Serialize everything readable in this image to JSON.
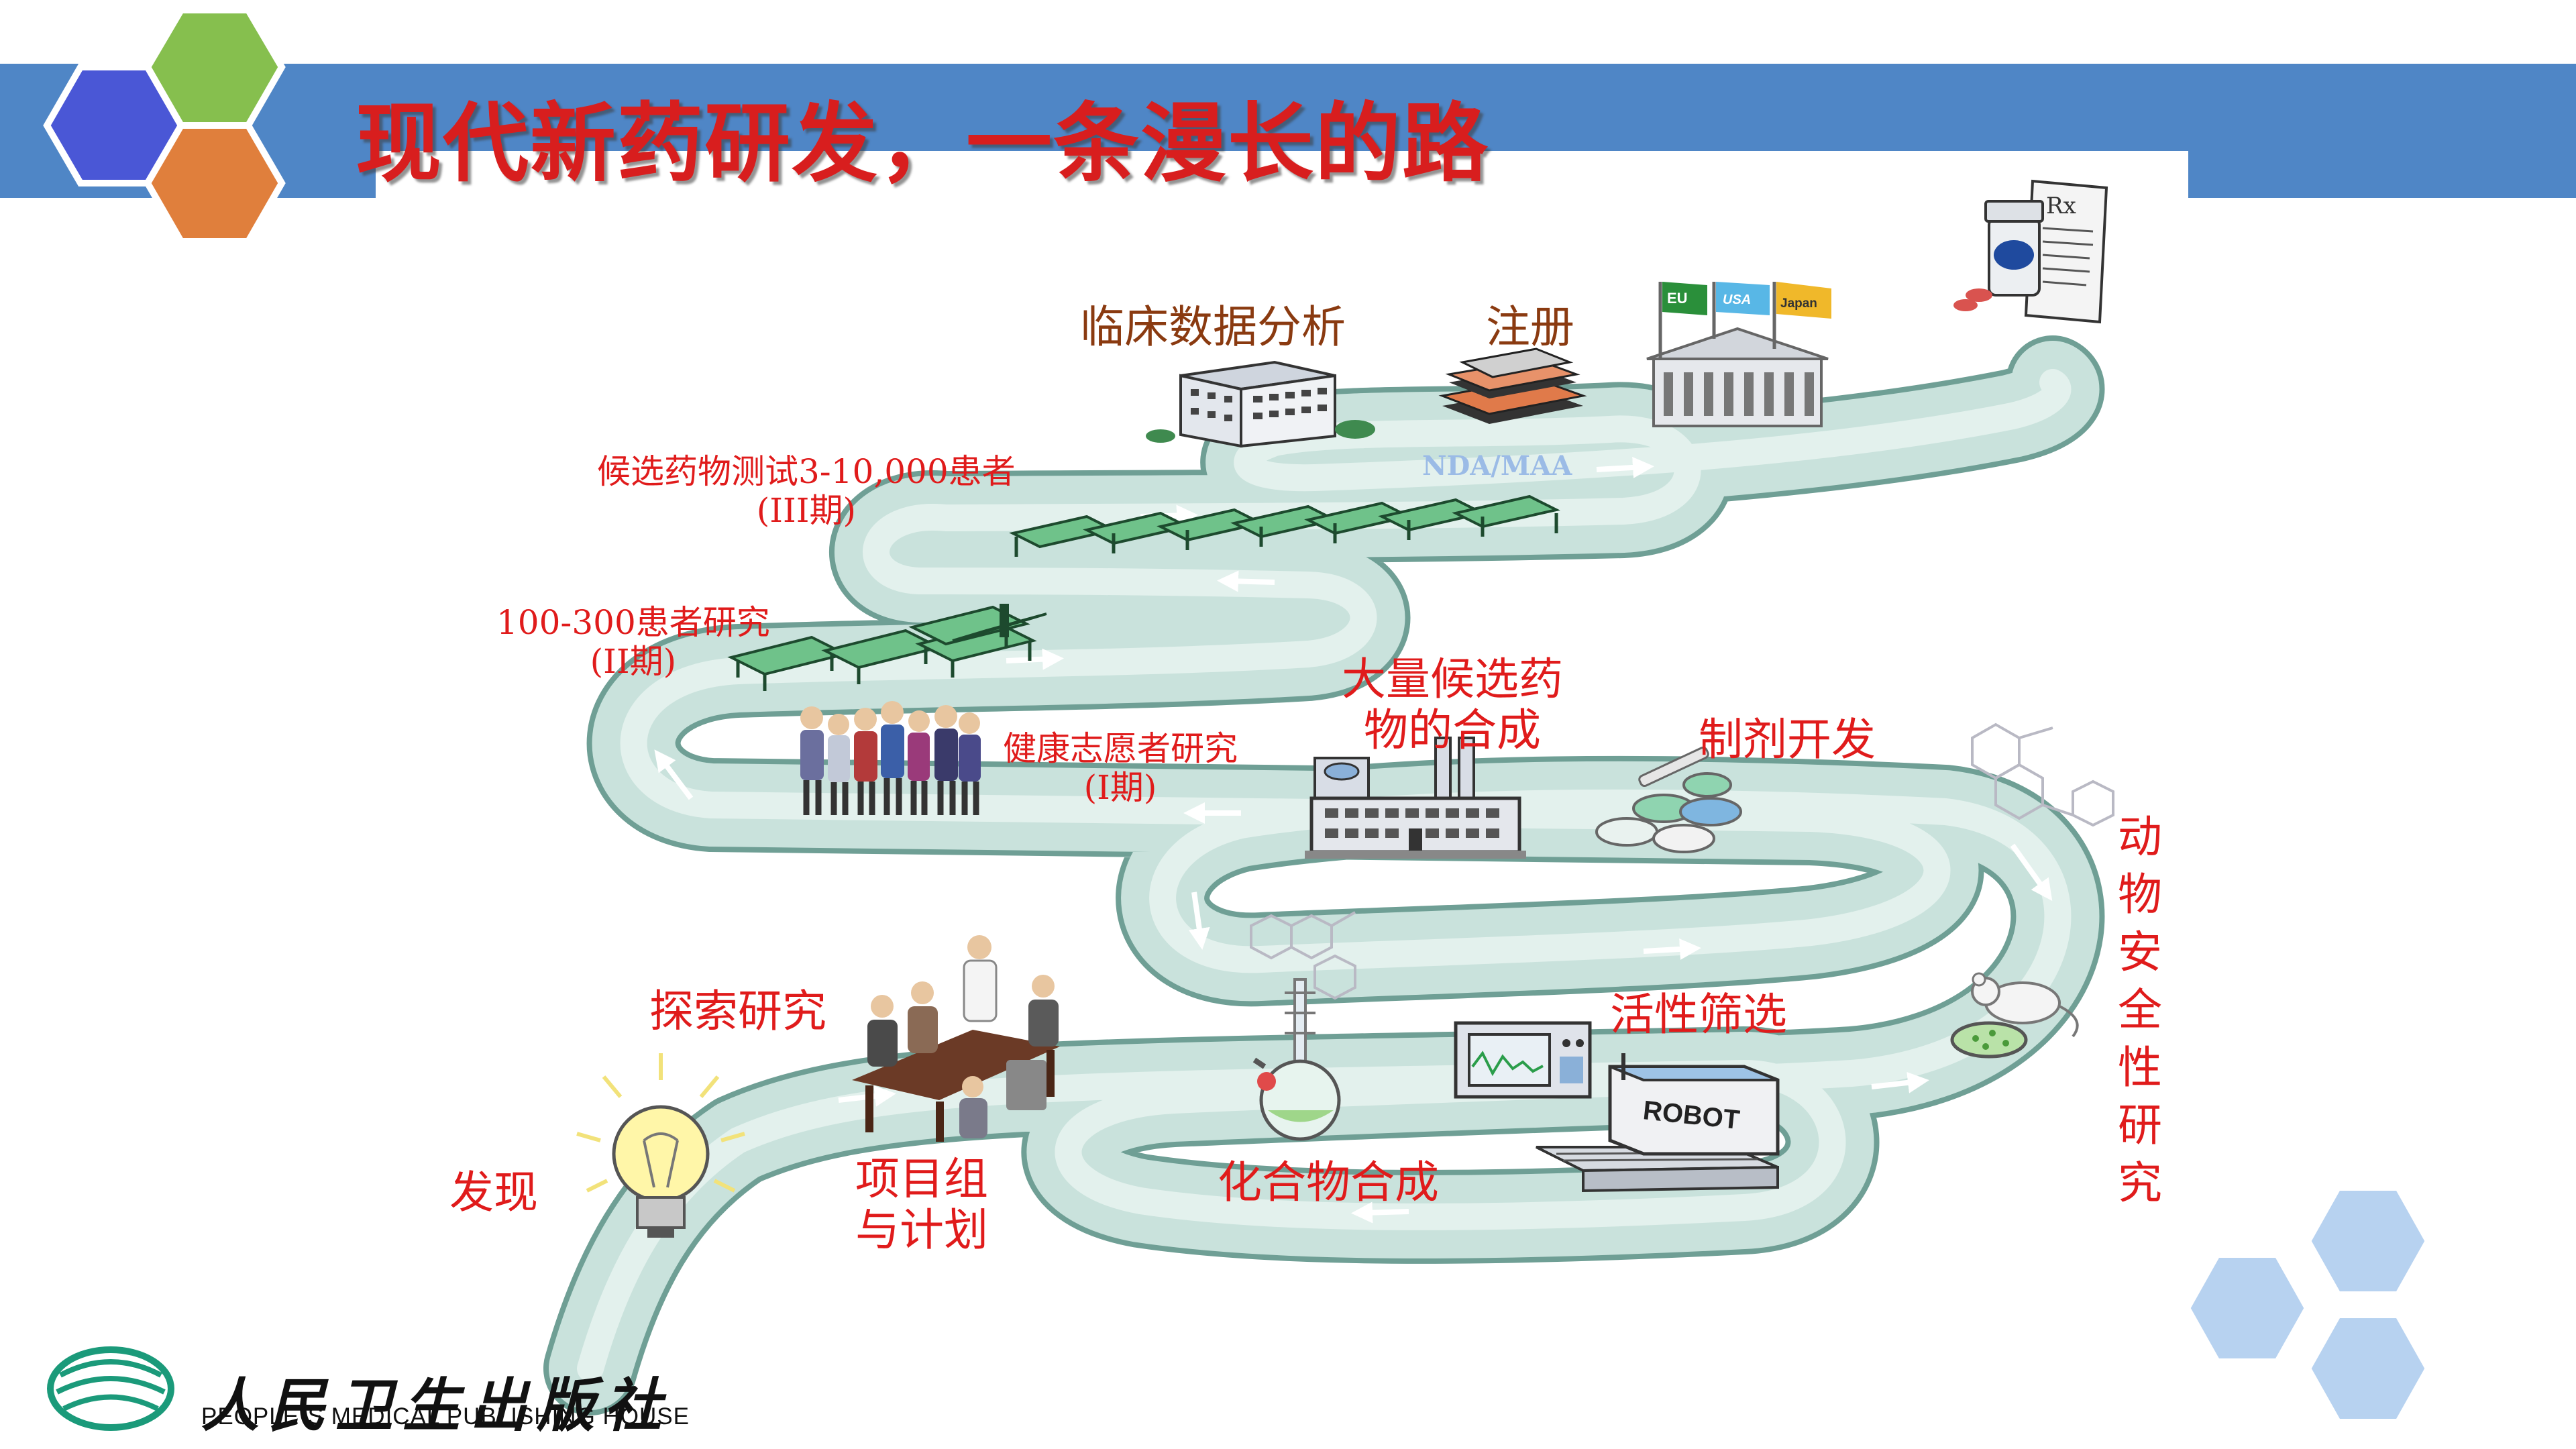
{
  "title": "现代新药研发，一条漫长的路",
  "colors": {
    "banner": "#4f86c6",
    "hex_blue": "#4a57d6",
    "hex_green": "#86bf4e",
    "hex_orange": "#e07f3c",
    "hex_light": "#b7d2f0",
    "road": "#c9e2dc",
    "road_edge": "#6f9f95",
    "label_red": "#e01b1b",
    "label_brown": "#8a3a10"
  },
  "labels": {
    "discovery": "发现",
    "exploratory_research": "探索研究",
    "project_team_line1": "项目组",
    "project_team_line2": "与计划",
    "compound_synthesis": "化合物合成",
    "activity_screening": "活性筛选",
    "animal_safety": [
      "动",
      "物",
      "安",
      "全",
      "性",
      "研",
      "究"
    ],
    "formulation": "制剂开发",
    "bulk_synthesis_line1": "大量候选药",
    "bulk_synthesis_line2": "物的合成",
    "phase1_line1": "健康志愿者研究",
    "phase1_line2": "(I期)",
    "phase2_line1": "100-300患者研究",
    "phase2_line2": "(II期)",
    "phase3_line1": "候选药物测试3-10,000患者",
    "phase3_line2": "(III期)",
    "clinical_analysis": "临床数据分析",
    "registration": "注册",
    "nda_maa": "NDA/MAA",
    "robot": "ROBOT",
    "flag_eu": "EU",
    "flag_usa": "USA",
    "flag_japan": "Japan",
    "rx": "Rx"
  },
  "icons": [
    "light-bulb-icon",
    "meeting-table-icon",
    "flask-icon",
    "computer-icon",
    "robot-icon",
    "mouse-icon",
    "pills-icon",
    "factory-icon",
    "people-icon",
    "hospital-beds-icon",
    "office-building-icon",
    "documents-icon",
    "government-building-icon",
    "medicine-bottle-icon"
  ],
  "publisher": {
    "name_cn": "人民卫生出版社",
    "name_en": "PEOPLE´S MEDICAL PUBLISHING HOUSE"
  }
}
